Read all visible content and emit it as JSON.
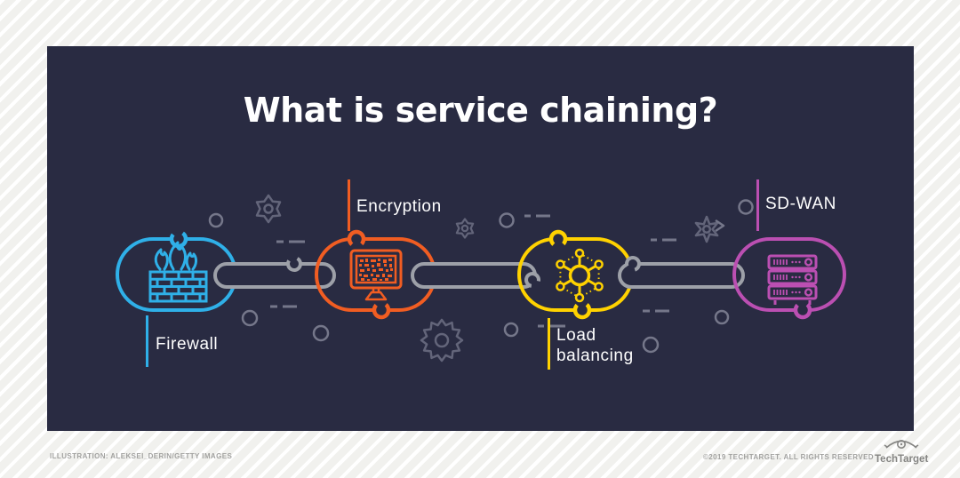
{
  "title": "What is service chaining?",
  "chain": {
    "links": [
      {
        "name": "firewall",
        "label": "Firewall",
        "icon": "firewall-brick-flame-icon",
        "color": "#2fb0e8",
        "label_side": "below"
      },
      {
        "name": "encryption",
        "label": "Encryption",
        "icon": "encrypted-monitor-icon",
        "color": "#f15d22",
        "label_side": "above"
      },
      {
        "name": "load-balancing",
        "label": "Load balancing",
        "icon": "load-balancer-nodes-icon",
        "color": "#ffd200",
        "label_side": "below"
      },
      {
        "name": "sd-wan",
        "label": "SD-WAN",
        "icon": "server-stack-icon",
        "color": "#bb4fb2",
        "label_side": "above"
      }
    ],
    "connector": {
      "name": "chain-connector",
      "color": "#9da0a8",
      "count": 3
    }
  },
  "decorations": {
    "shapes": [
      "gear-icon",
      "spark-star-icon",
      "circle-outline",
      "dash-pair",
      "chevron-icon"
    ],
    "color": "#6b6d7d"
  },
  "footer": {
    "credit": "ILLUSTRATION: ALEKSEI_DERIN/GETTY IMAGES",
    "copyright": "©2019 TECHTARGET. ALL RIGHTS RESERVED",
    "brand": "TechTarget",
    "brand_icon": "techtarget-eye-icon"
  },
  "colors": {
    "canvas_bg": "#f2f2ef",
    "card_bg": "#292b42",
    "title_text": "#ffffff",
    "label_text": "#ffffff",
    "firewall": "#2fb0e8",
    "encryption": "#f15d22",
    "load_balancing": "#ffd200",
    "sd_wan": "#bb4fb2",
    "connector": "#9da0a8",
    "footer_text": "#a2a2a0"
  }
}
